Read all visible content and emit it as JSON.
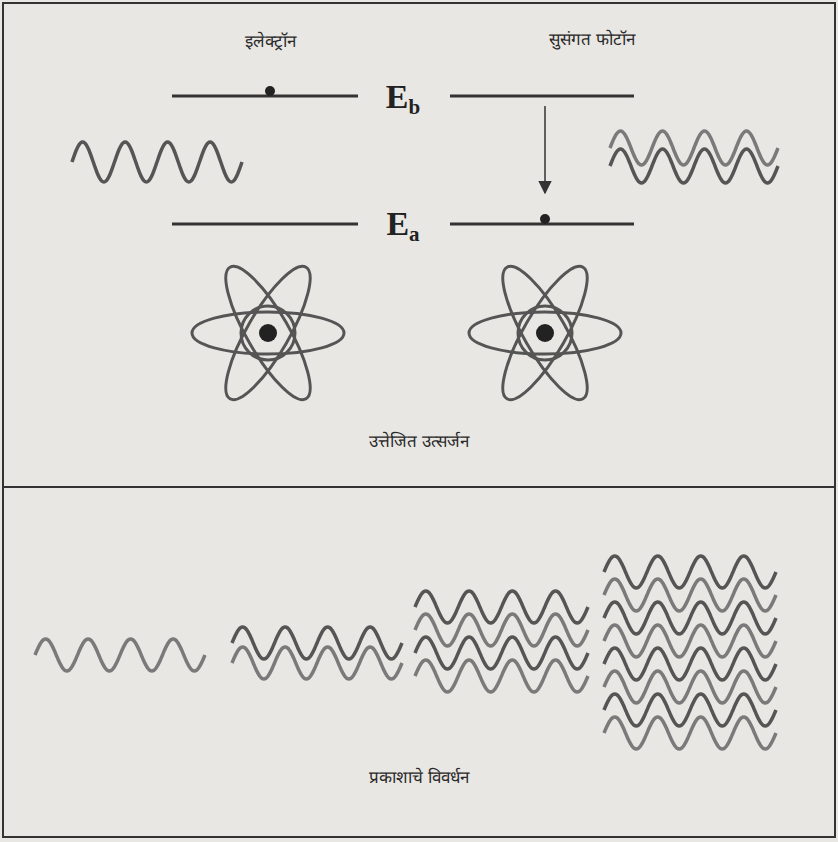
{
  "diagram": {
    "nodes": [
      {
        "text": [
          "उत्तेजित उत्सर्जन"
        ]
      },
      {
        "text": [
          "प्रकाशाचे विवर्धन"
        ]
      }
    ],
    "labels": [
      "इलेक्ट्रॉन",
      "सुसंगत फोटॉन",
      "Eb",
      "Ea"
    ]
  }
}
